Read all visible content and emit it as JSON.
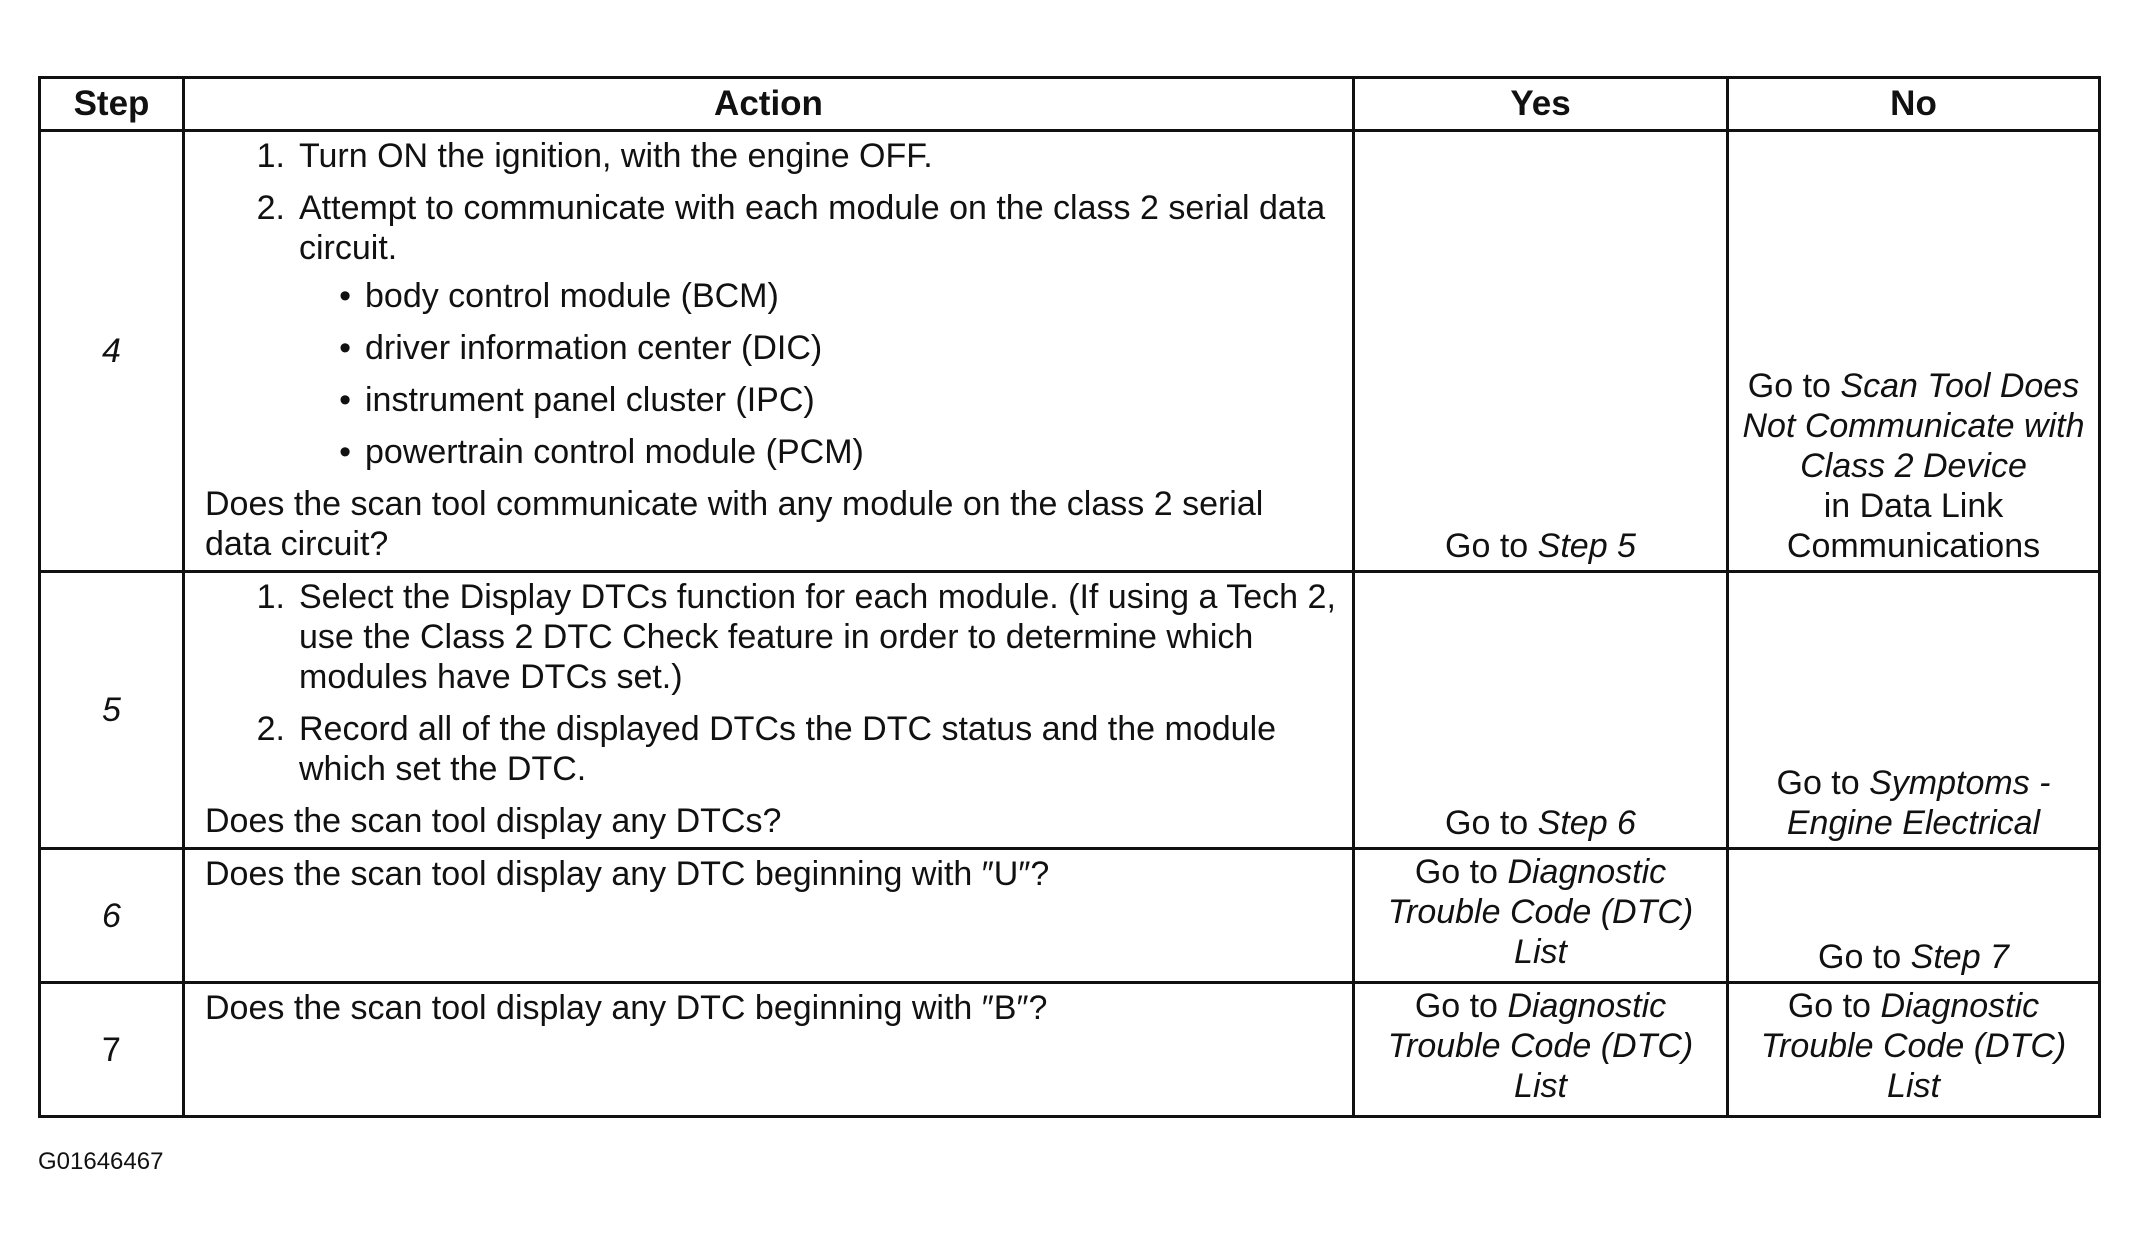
{
  "table": {
    "headers": {
      "step": "Step",
      "action": "Action",
      "yes": "Yes",
      "no": "No"
    },
    "rows": [
      {
        "step": "4",
        "actions": [
          {
            "num": "1.",
            "text": "Turn ON the ignition, with the engine OFF."
          },
          {
            "num": "2.",
            "text": "Attempt to communicate with each module on the class 2 serial data circuit."
          }
        ],
        "bullets": [
          "body control module (BCM)",
          "driver information center (DIC)",
          "instrument panel cluster (IPC)",
          "powertrain control module (PCM)"
        ],
        "question": "Does the scan tool communicate with any module on the class 2 serial data circuit?",
        "yes": {
          "prefix": "Go to",
          "link": "Step 5"
        },
        "no": {
          "prefix": "Go to",
          "link": "Scan Tool Does Not Communicate with Class 2 Device",
          "suffix": "in Data Link Communications"
        }
      },
      {
        "step": "5",
        "actions": [
          {
            "num": "1.",
            "text": "Select the Display DTCs function for each module. (If using a Tech 2, use the Class 2 DTC Check feature in order to determine which modules have DTCs set.)"
          },
          {
            "num": "2.",
            "text": "Record all of the displayed DTCs the DTC status and the module which set the DTC."
          }
        ],
        "question": "Does the scan tool display any DTCs?",
        "yes": {
          "prefix": "Go to",
          "link": "Step 6"
        },
        "no": {
          "prefix": "Go to",
          "link": "Symptoms - Engine Electrical"
        }
      },
      {
        "step": "6",
        "question": "Does the scan tool display any DTC beginning with ″U″?",
        "yes": {
          "prefix": "Go to",
          "link": "Diagnostic Trouble Code (DTC) List"
        },
        "no": {
          "prefix": "Go to",
          "link": "Step 7"
        }
      },
      {
        "step": "7",
        "question": "Does the scan tool display any DTC beginning with ″B″?",
        "yes": {
          "prefix": "Go to",
          "link": "Diagnostic Trouble Code (DTC) List"
        },
        "no": {
          "prefix": "Go to",
          "link": "Diagnostic Trouble Code (DTC) List"
        }
      }
    ]
  },
  "figure_id": "G01646467",
  "bullet_glyph": "•"
}
